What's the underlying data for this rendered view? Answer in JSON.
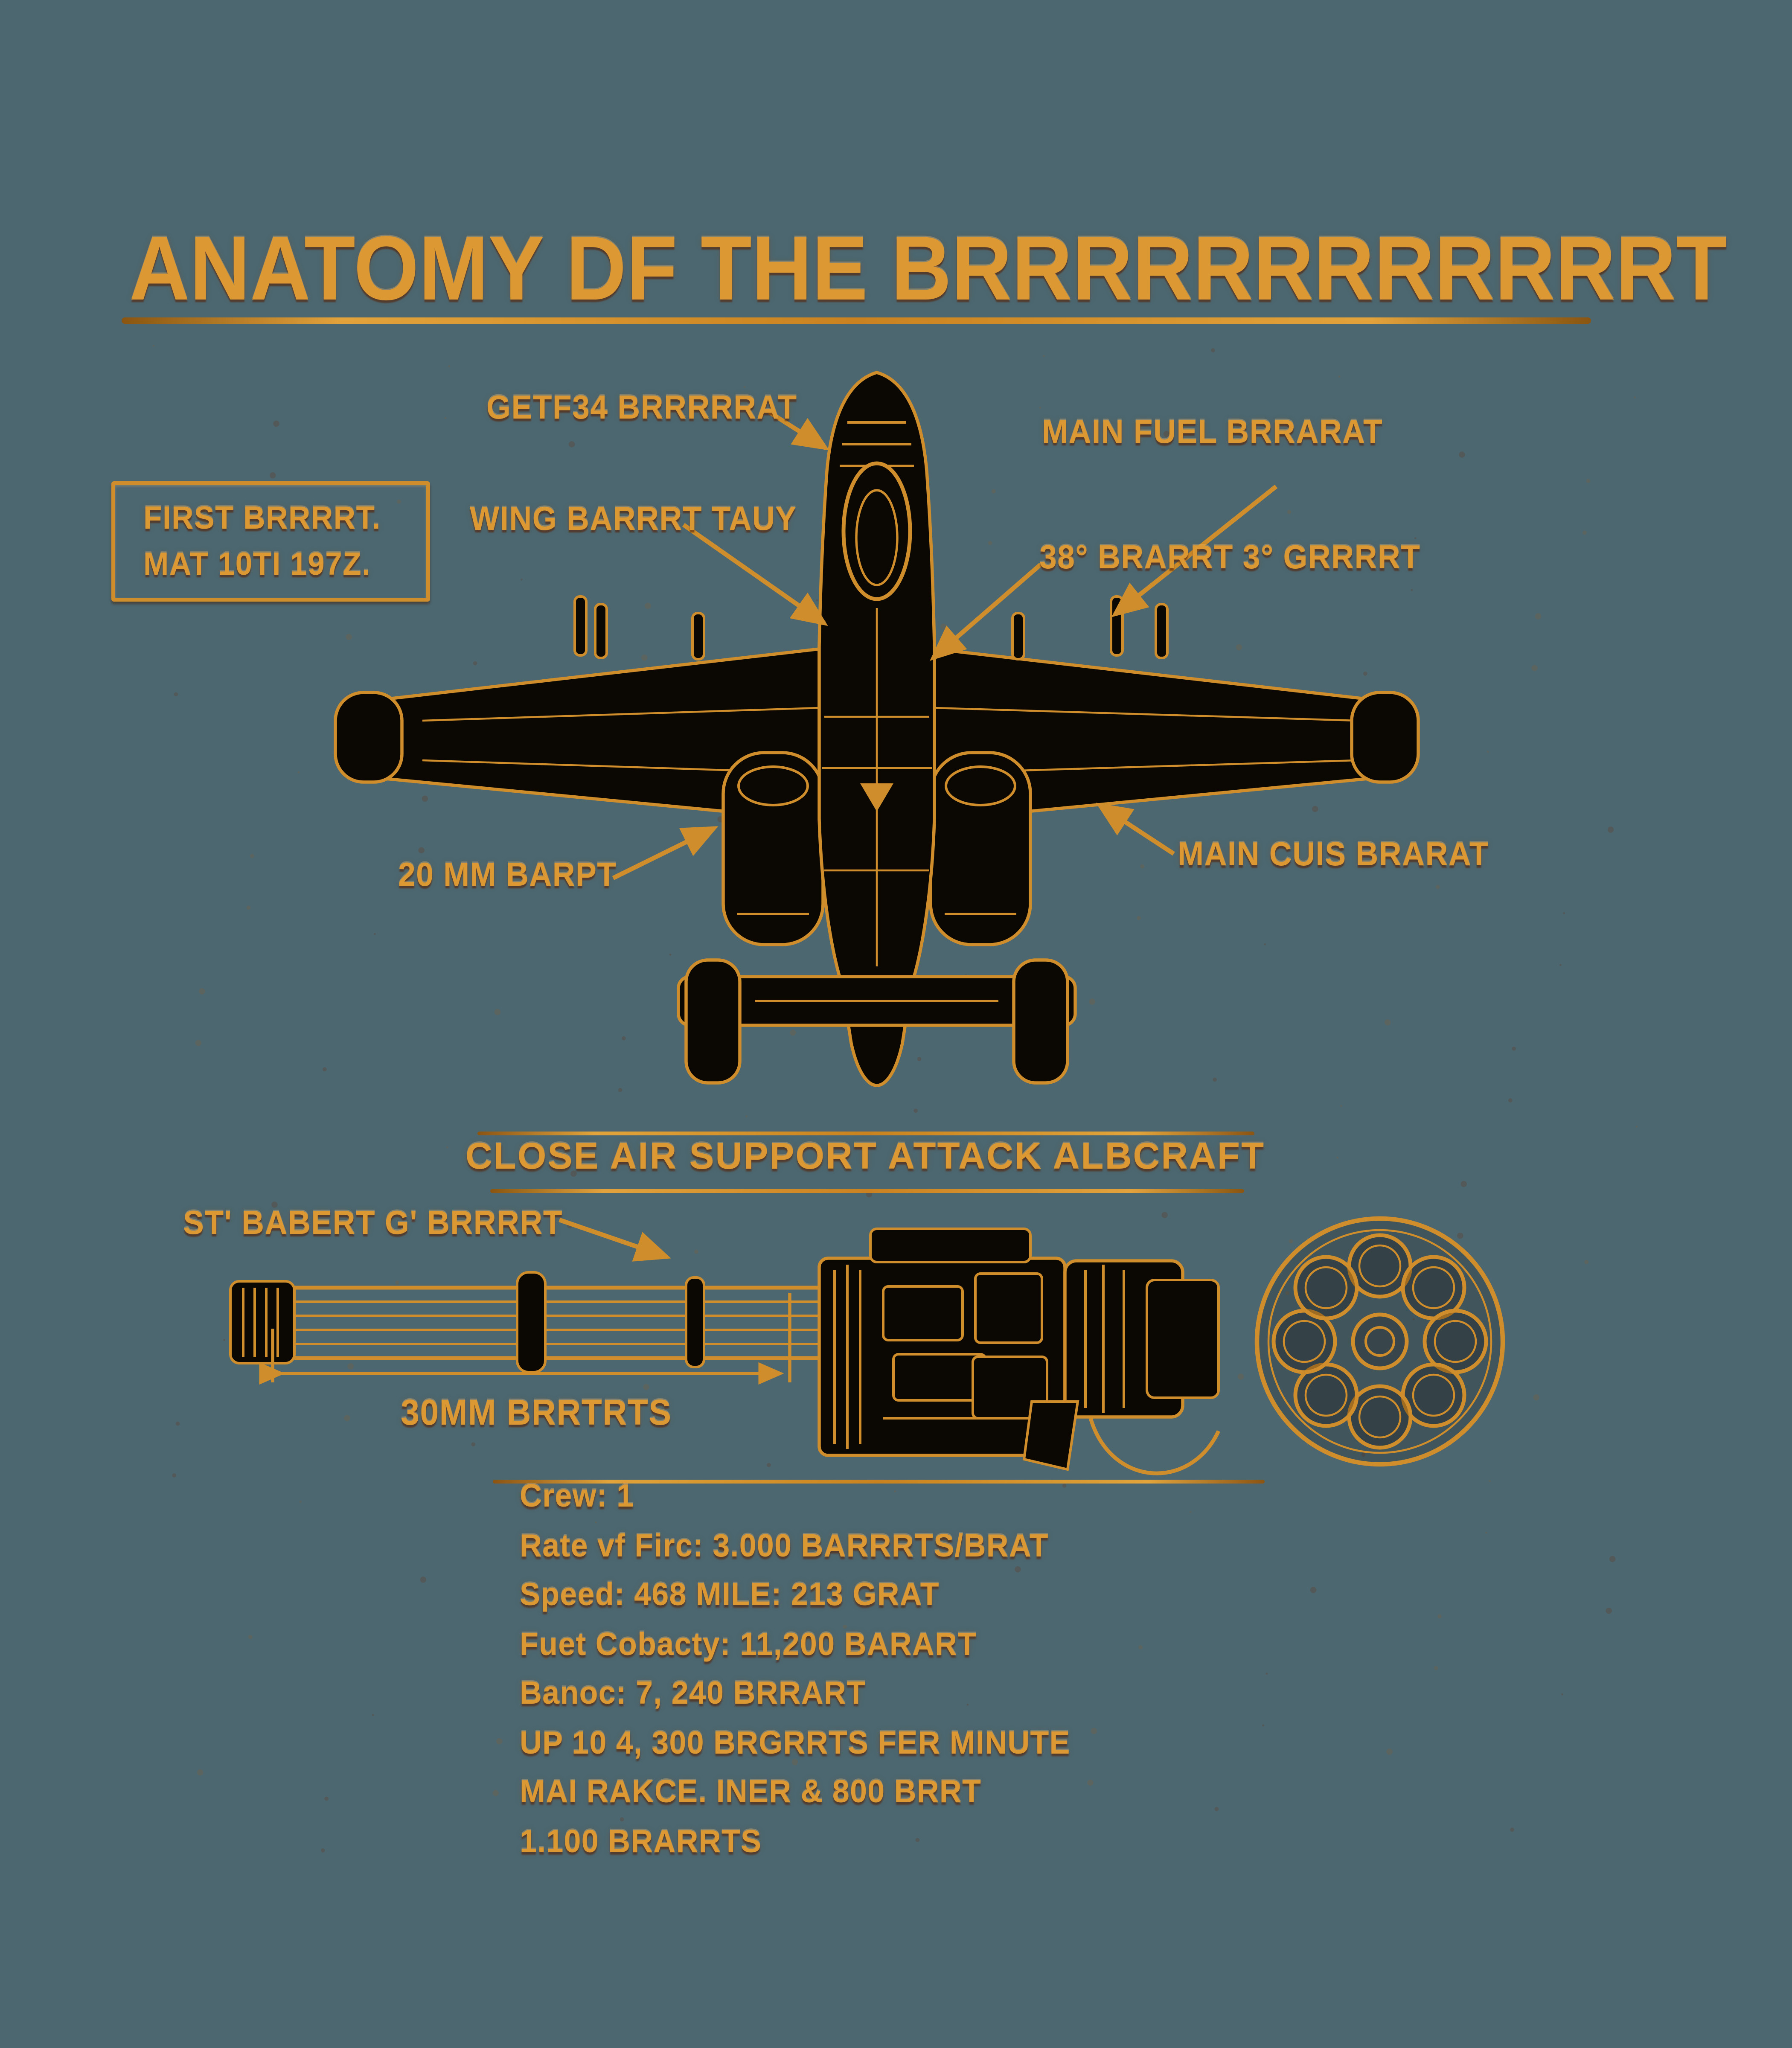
{
  "poster": {
    "title": "ANATOMY DF THE BRRRRRRRRRRRRT",
    "subtitle": "CLOSE AIR SUPPORT ATTACK ALBCRAFT",
    "colors": {
      "background": "#4C6770",
      "accent_orange": "#DC9833",
      "line_orange": "#CF8E2B",
      "artwork_ink": "#0B0703"
    },
    "first_flight_box": {
      "line1": "FIRST BRRRRT.",
      "line2": "MAT 10TI 197Z."
    },
    "plane_labels": {
      "engine": "GETF34 BRRRRRAT",
      "fuel": "MAIN FUEL BRRARAT",
      "wing": "WING BARRRT TAUY",
      "angle": "38° BRARRT 3° GRRRRT",
      "cannon": "20 MM BARPT",
      "gear": "MAIN CUIS BRARAT"
    },
    "gun_label": "ST' BABERT G' BRRRRT",
    "gun_dimension": "30MM BRRTRTS",
    "specs": [
      "Crew: 1",
      "Rate vf Firc: 3.000 BARRRTS/BRAT",
      "Speed: 468 MILE: 213 GRAT",
      "Fuet Cobacty: 11,200 BARART",
      "Banoc: 7, 240 BRRART",
      "UP 10 4, 300 BRGRRTS FER MINUTE",
      "MAI RAKCE. INER & 800 BRRT",
      "1.100 BRARRTS"
    ]
  }
}
